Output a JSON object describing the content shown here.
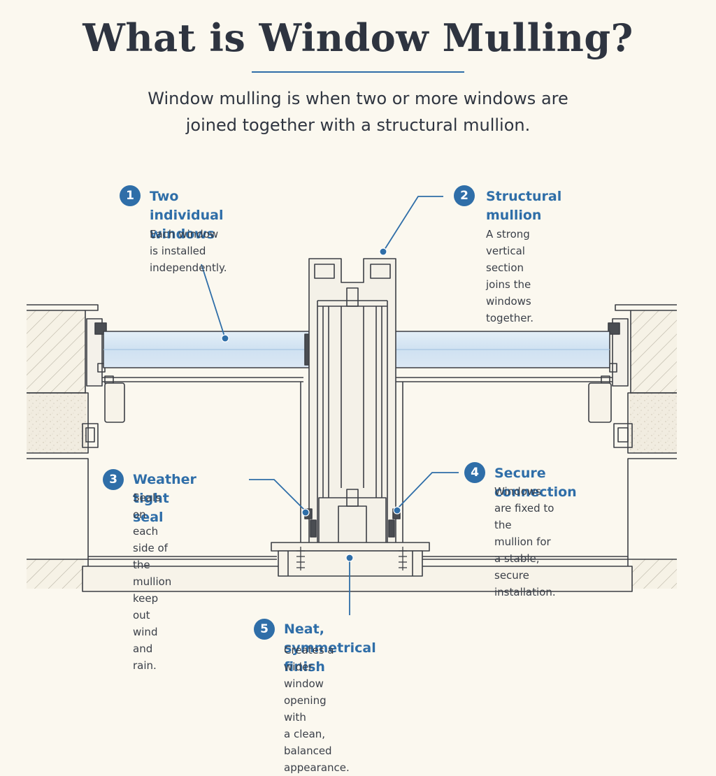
{
  "header": {
    "title": "What is Window Mulling?",
    "subtitle_line1": "Window mulling is when two or more windows are",
    "subtitle_line2": "joined together with a structural mullion."
  },
  "callouts": [
    {
      "number": "1",
      "title_line1": "Two individual",
      "title_line2": "windows",
      "desc_line1": "Each window is installed",
      "desc_line2": "independently.",
      "desc_line3": ""
    },
    {
      "number": "2",
      "title_line1": "Structural",
      "title_line2": "mullion",
      "desc_line1": "A strong vertical section",
      "desc_line2": "joins the windows",
      "desc_line3": "together."
    },
    {
      "number": "3",
      "title_line1": "Weather tight seal",
      "title_line2": "",
      "desc_line1": "Seals on each side of the",
      "desc_line2": "mullion keep out wind",
      "desc_line3": "and rain."
    },
    {
      "number": "4",
      "title_line1": "Secure connection",
      "title_line2": "",
      "desc_line1": "Windows are fixed to the",
      "desc_line2": "mullion for a stable,",
      "desc_line3": "secure installation."
    },
    {
      "number": "5",
      "title_line1": "Neat, symmetrical finish",
      "title_line2": "",
      "desc_line1": "Creates a wider window opening with",
      "desc_line2": "a clean, balanced appearance.",
      "desc_line3": ""
    }
  ],
  "colors": {
    "accent": "#2f6ea8",
    "line": "#3c3f45",
    "glass": "#cfe1f1",
    "background": "#fbf8ef"
  }
}
